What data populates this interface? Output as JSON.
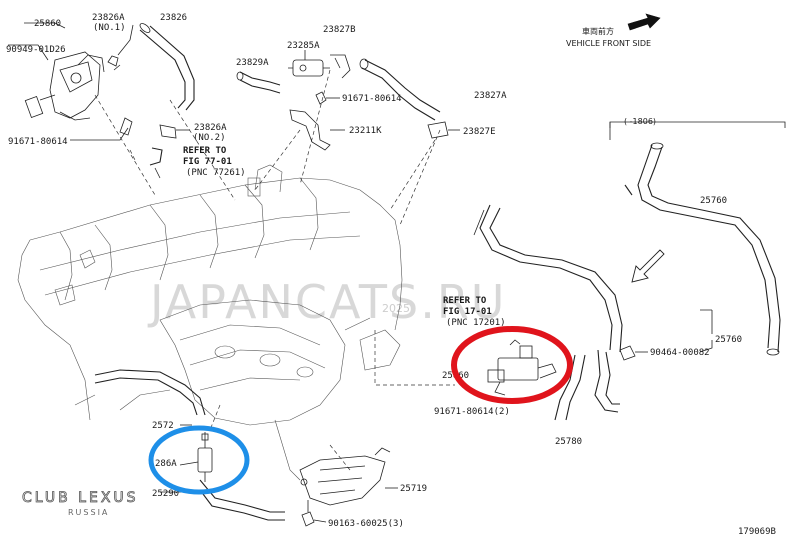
{
  "labels": {
    "p25860": "25860",
    "p90949": "90949-01D26",
    "p91671_a": "91671-80614",
    "p23826a_1": "23826A",
    "p23826a_1_note": "(NO.1)",
    "p23826": "23826",
    "p23829a": "23829A",
    "p23827b": "23827B",
    "p23285a": "23285A",
    "p91671_b": "91671-80614",
    "p23827a": "23827A",
    "p23211k": "23211K",
    "p23827e": "23827E",
    "p23826a_2": "23826A",
    "p23826a_2_note": "(NO.2)",
    "p25760_top": "25760",
    "p25760_mid": "25760",
    "p90464": "90464-00082",
    "p25860_lower": "25860",
    "p91671_c": "91671-80614(2)",
    "p25780": "25780",
    "p25719": "25719",
    "p90163": "90163-60025(3)",
    "p25290": "25290",
    "p286a": "286A",
    "p2572": "2572"
  },
  "refs": {
    "ref1_line1": "REFER TO",
    "ref1_line2": "FIG 77-01",
    "ref1_line3": "(PNC 77261)",
    "ref2_line1": "REFER TO",
    "ref2_line2": "FIG 17-01",
    "ref2_line3": "(PNC 17201)"
  },
  "orientation": {
    "jp": "車両前方",
    "en": "VEHICLE FRONT SIDE"
  },
  "range_note": "( -1806)",
  "figure_id": "179069B",
  "watermark": {
    "text": "JAPANCATS.RU",
    "date": "2025"
  },
  "brand": {
    "main": "CLUB LEXUS",
    "sub": "RUSSIA"
  },
  "highlight_colors": {
    "red": "#e0141c",
    "blue": "#1e8fe8"
  }
}
